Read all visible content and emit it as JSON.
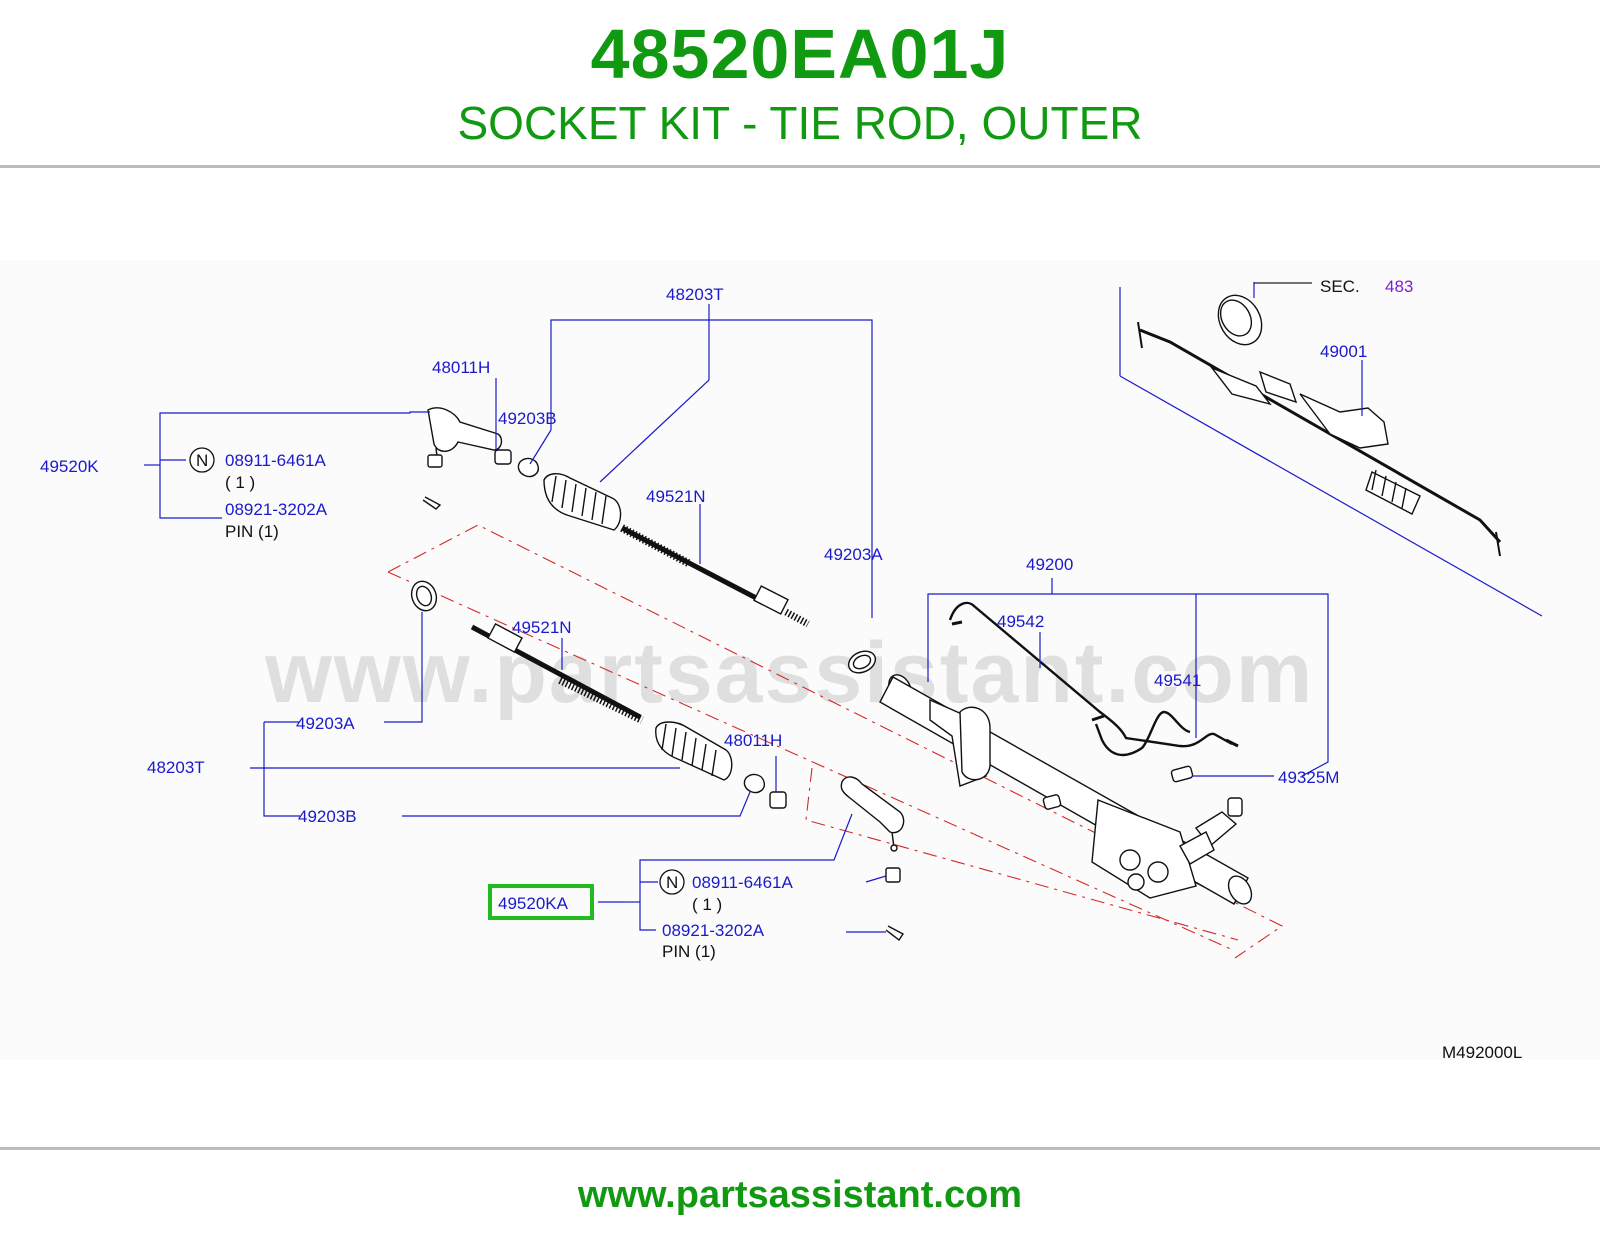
{
  "header": {
    "part_number": "48520EA01J",
    "description": "SOCKET KIT - TIE ROD, OUTER"
  },
  "footer": {
    "url": "www.partsassistant.com"
  },
  "diagram": {
    "watermark": "www.partsassistant.com",
    "drawing_code": "M492000L",
    "highlight_color": "#22bb22",
    "labels": {
      "l_48203T_top": "48203T",
      "l_48011H_top": "48011H",
      "l_49203B_top": "49203B",
      "l_49520K": "49520K",
      "l_nut_top": "08911-6461A",
      "l_nut_top_qty": "(   1   )",
      "l_pin_top": "08921-3202A",
      "l_pin_top_qty": "PIN   (1)",
      "l_49521N_top": "49521N",
      "l_49203A_right": "49203A",
      "l_49200": "49200",
      "l_49542": "49542",
      "l_49541": "49541",
      "l_49325M": "49325M",
      "l_sec": "SEC.",
      "l_sec_num": "483",
      "l_49001": "49001",
      "l_49521N_low": "49521N",
      "l_49203A_left": "49203A",
      "l_48203T_left": "48203T",
      "l_49203B_left": "49203B",
      "l_48011H_low": "48011H",
      "l_49520KA": "49520KA",
      "l_nut_low": "08911-6461A",
      "l_nut_low_qty": "(   1   )",
      "l_pin_low": "08921-3202A",
      "l_pin_low_qty": "PIN   (1)",
      "n_symbol": "N"
    }
  }
}
